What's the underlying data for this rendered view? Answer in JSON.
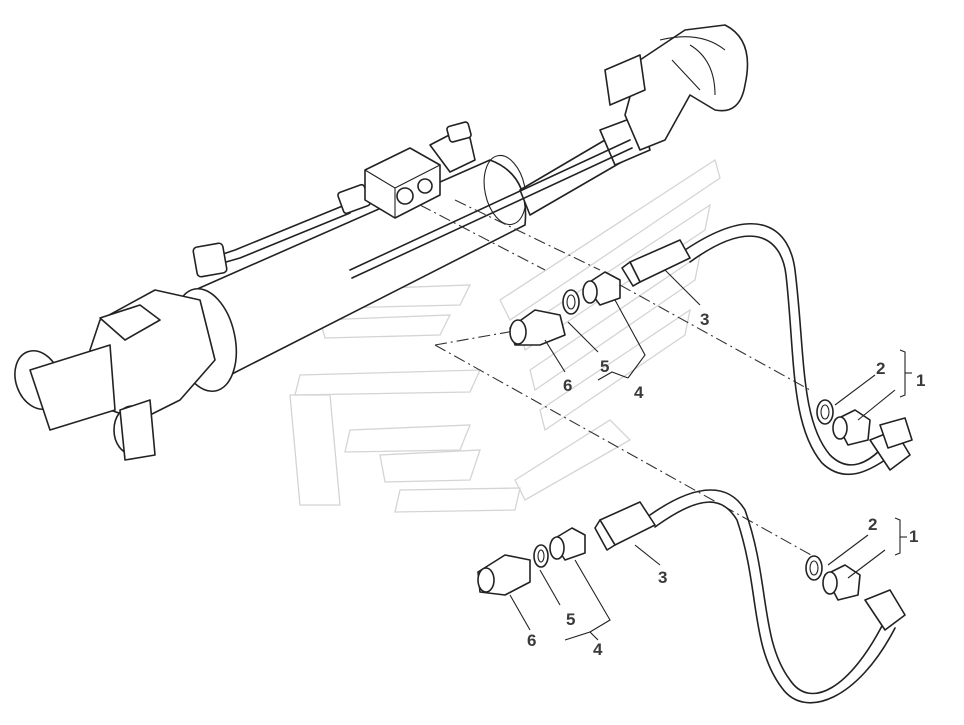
{
  "callouts": {
    "upper": {
      "hose_assembly": "1",
      "o_ring": "2",
      "hose": "3",
      "adapter_group": "4",
      "seal": "5",
      "fitting": "6"
    },
    "lower": {
      "hose_assembly": "1",
      "o_ring": "2",
      "hose": "3",
      "adapter_group": "4",
      "seal": "5",
      "fitting": "6"
    }
  }
}
